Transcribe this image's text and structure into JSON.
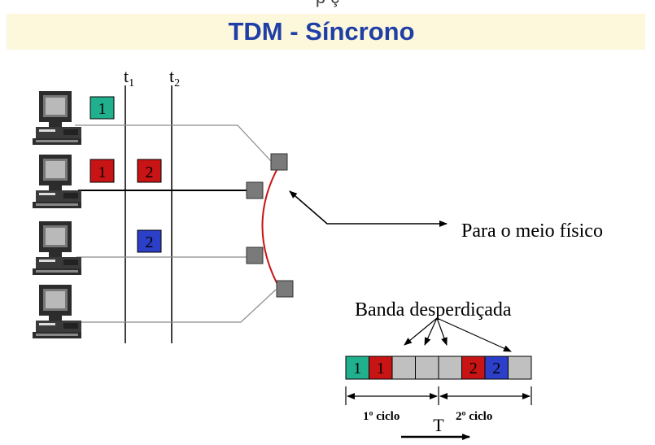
{
  "title": "TDM - Síncrono",
  "top_fragment": "p                        ç",
  "time_labels": [
    {
      "main": "t",
      "sub": "1"
    },
    {
      "main": "t",
      "sub": "2"
    }
  ],
  "packets": [
    {
      "label": "1",
      "color": "#21b08e"
    },
    {
      "label": "1",
      "color": "#c81414"
    },
    {
      "label": "2",
      "color": "#c81414"
    },
    {
      "label": "2",
      "color": "#2b3fc8"
    }
  ],
  "medium_label": "Para o meio físico",
  "wasted_label": "Banda desperdiçada",
  "frame_slots": [
    {
      "label": "1",
      "color": "#21b08e"
    },
    {
      "label": "1",
      "color": "#c81414"
    },
    {
      "label": "",
      "color": "#c0c0c0"
    },
    {
      "label": "",
      "color": "#c0c0c0"
    },
    {
      "label": "",
      "color": "#c0c0c0"
    },
    {
      "label": "2",
      "color": "#c81414"
    },
    {
      "label": "2",
      "color": "#2b3fc8"
    },
    {
      "label": "",
      "color": "#c0c0c0"
    }
  ],
  "cycle_labels": [
    "1º ciclo",
    "2º ciclo"
  ],
  "period_label": "T",
  "icons": [
    "computer-icon",
    "computer-icon",
    "computer-icon",
    "computer-icon",
    "multiplexer-switch-icon"
  ],
  "colors": {
    "title": "#1f3fa6",
    "switch_arc": "#c81414",
    "connector": "#7a7a7a"
  }
}
